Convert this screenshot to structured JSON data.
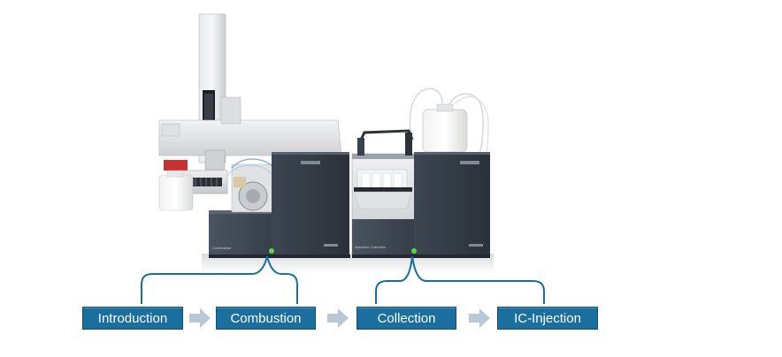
{
  "diagram": {
    "steps": [
      {
        "label": "Introduction"
      },
      {
        "label": "Combustion"
      },
      {
        "label": "Collection"
      },
      {
        "label": "IC-Injection"
      }
    ]
  },
  "device": {
    "left_module_label": "Combustion",
    "right_module_label": "Absorber Collection"
  },
  "colors": {
    "step_fill": "#1a6f9e",
    "bracket": "#1a6f9e",
    "arrow": "#b8c8d6",
    "led": "#5cd64a"
  }
}
